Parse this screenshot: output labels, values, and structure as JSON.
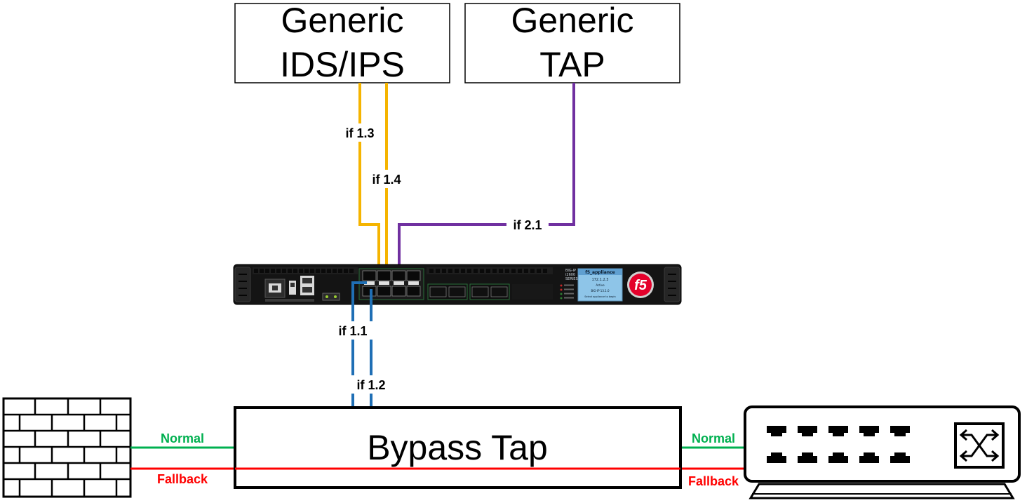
{
  "boxes": {
    "ids_ips": {
      "line1": "Generic",
      "line2": "IDS/IPS"
    },
    "tap": {
      "line1": "Generic",
      "line2": "TAP"
    },
    "bypass": {
      "label": "Bypass Tap"
    }
  },
  "interfaces": {
    "if13": "if 1.3",
    "if14": "if 1.4",
    "if21": "if 2.1",
    "if11": "if 1.1",
    "if12": "if 1.2"
  },
  "links": {
    "normal_left": "Normal",
    "fallback_left": "Fallback",
    "normal_right": "Normal",
    "fallback_right": "Fallback"
  },
  "appliance": {
    "lcd_title": "f5_appliance",
    "lcd_ip": "172.1.2.3",
    "lcd_state": "Active",
    "lcd_version": "BIG-IP 13.1.0",
    "lcd_hint": "Select appliance to begin",
    "model_line1": "BIG-IP",
    "model_line2": "i2600",
    "model_line3": "SERIES",
    "logo": "f5"
  },
  "colors": {
    "ids_links": "#f5b400",
    "tap_link": "#7030a0",
    "appliance_links": "#1f6fb5",
    "normal": "#00b050",
    "fallback": "#ff0000"
  }
}
